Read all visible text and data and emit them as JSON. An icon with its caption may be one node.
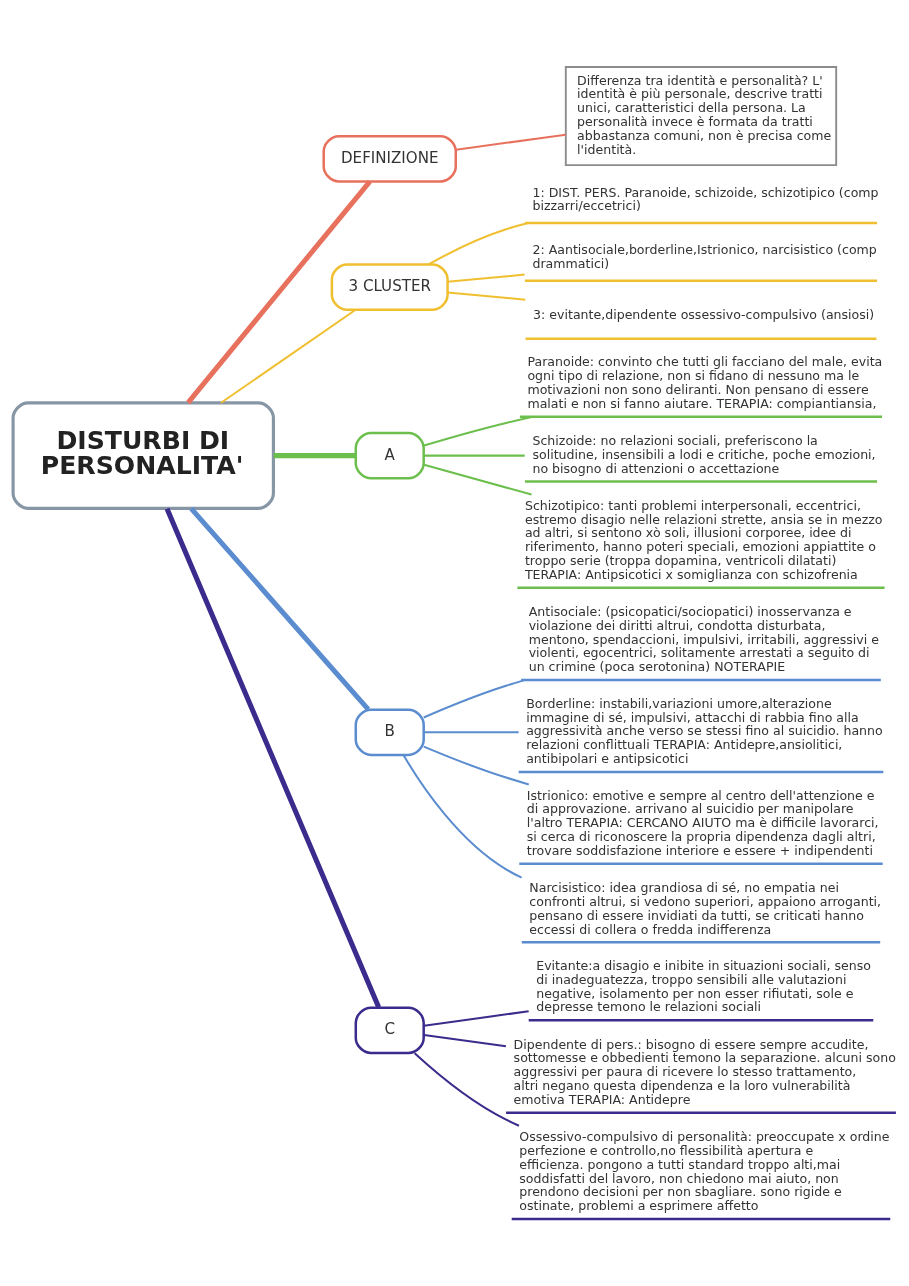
{
  "diagram": {
    "nodes": [
      {
        "text": [
          "DISTURBI DI PERSONALITA'"
        ]
      },
      {
        "text": [
          "DEFINIZIONE"
        ]
      },
      {
        "text": [
          "Differenza tra identità e personalità? L' identità è più personale, descrive tratti unici, caratteristici della persona. La personalità invece è formata da tratti abbastanza comuni, non è precisa come l'identità."
        ]
      },
      {
        "text": [
          "3 CLUSTER"
        ]
      },
      {
        "text": [
          "1: DIST. PERS. Paranoide, schizoide, schizotipico (comp bizzarri/eccetrici)"
        ]
      },
      {
        "text": [
          "2: Aantisociale,borderline,Istrionico, narcisistico (comp drammatici)"
        ]
      },
      {
        "text": [
          "3: evitante,dipendente ossessivo-compulsivo (ansiosi)"
        ]
      },
      {
        "text": [
          "A"
        ]
      },
      {
        "text": [
          "Paranoide: convinto che tutti gli facciano del male, evita ogni tipo di relazione, non si fidano di nessuno ma le motivazioni non sono deliranti. Non pensano di essere malati e non si fanno aiutare. TERAPIA: compiantiansia,"
        ]
      },
      {
        "text": [
          "Schizoide: no relazioni sociali, preferiscono la solitudine, insensibili a lodi e critiche, poche emozioni, no bisogno di attenzioni o accettazione"
        ]
      },
      {
        "text": [
          "Schizotipico: tanti problemi interpersonali, eccentrici, estremo disagio nelle relazioni strette, ansia se in mezzo ad altri, si sentono xò soli, illusioni corporee, idee di riferimento, hanno poteri speciali, emozioni appiattite o troppo serie (troppa dopamina, ventricoli dilatati) TERAPIA: Antipsicotici x somiglianza con schizofrenia"
        ]
      },
      {
        "text": [
          "B"
        ]
      },
      {
        "text": [
          "Antisociale: (psicopatici/sociopatici) inosservanza e violazione dei diritti altrui, condotta disturbata, mentono, spendaccioni, impulsivi, irritabili, aggressivi e violenti, egocentrici, solitamente arrestati a seguito di un crimine (poca serotonina) NOTERAPIE"
        ]
      },
      {
        "text": [
          "Borderline: instabili,variazioni umore,alterazione immagine di sé, impulsivi, attacchi di rabbia fino alla aggressività anche verso se stessi fino al suicidio. hanno relazioni conflittuali TERAPIA: Antidepre,ansiolitici, antibipolari e antipsicotici"
        ]
      },
      {
        "text": [
          "Istrionico: emotive e sempre al centro dell'attenzione e di approvazione. arrivano al suicidio per manipolare l'altro TERAPIA: CERCANO AIUTO ma è difficile lavorarci, si cerca di riconoscere la propria dipendenza dagli altri, trovare soddisfazione interiore e essere + indipendenti"
        ]
      },
      {
        "text": [
          "Narcisistico: idea grandiosa di sé, no empatia nei confronti altrui, si vedono superiori, appaiono arroganti, pensano di essere invidiati da tutti, se criticati hanno eccessi di collera o fredda indifferenza"
        ]
      },
      {
        "text": [
          "C"
        ]
      },
      {
        "text": [
          "Evitante:a disagio e inibite in situazioni sociali, senso di inadeguatezza, troppo sensibili alle valutazioni negative, isolamento per non esser rifiutati, sole e depresse temono le relazioni sociali"
        ]
      },
      {
        "text": [
          "Dipendente di pers.: bisogno di essere sempre accudite, sottomesse e obbedienti temono la separazione. alcuni sono aggressivi per paura di ricevere lo stesso trattamento, altri negano questa dipendenza e la loro vulnerabilità emotiva TERAPIA: Antidepre"
        ]
      },
      {
        "text": [
          "Ossessivo-compulsivo di personalità: preoccupate x ordine perfezione e controllo,no flessibilità apertura e efficienza. pongono a tutti standard troppo alti,mai soddisfatti del lavoro, non chiedono mai aiuto, non prendono decisioni per non sbagliare. sono rigide e ostinate, problemi a esprimere affetto"
        ]
      }
    ],
    "edges": [
      {
        "from": 0,
        "to": 1,
        "arrow": "none",
        "style": "thick",
        "color": "#e8715e"
      },
      {
        "from": 1,
        "to": 2,
        "arrow": "none",
        "color": "#e8715e"
      },
      {
        "from": 0,
        "to": 3,
        "arrow": "none",
        "color": "#f0bf2f"
      },
      {
        "from": 3,
        "to": 4,
        "arrow": "none",
        "color": "#f0bf2f"
      },
      {
        "from": 3,
        "to": 5,
        "arrow": "none",
        "color": "#f0bf2f"
      },
      {
        "from": 3,
        "to": 6,
        "arrow": "none",
        "color": "#f0bf2f"
      },
      {
        "from": 0,
        "to": 7,
        "arrow": "none",
        "style": "thick",
        "color": "#6cbf4c"
      },
      {
        "from": 7,
        "to": 8,
        "arrow": "none",
        "color": "#6cbf4c"
      },
      {
        "from": 7,
        "to": 9,
        "arrow": "none",
        "color": "#6cbf4c"
      },
      {
        "from": 7,
        "to": 10,
        "arrow": "none",
        "color": "#6cbf4c"
      },
      {
        "from": 0,
        "to": 11,
        "arrow": "none",
        "style": "thick",
        "color": "#5a8ccf"
      },
      {
        "from": 11,
        "to": 12,
        "arrow": "none",
        "color": "#5a8ccf"
      },
      {
        "from": 11,
        "to": 13,
        "arrow": "none",
        "color": "#5a8ccf"
      },
      {
        "from": 11,
        "to": 14,
        "arrow": "none",
        "color": "#5a8ccf"
      },
      {
        "from": 11,
        "to": 15,
        "arrow": "none",
        "color": "#5a8ccf"
      },
      {
        "from": 0,
        "to": 16,
        "arrow": "none",
        "style": "thick",
        "color": "#3b2b8c"
      },
      {
        "from": 16,
        "to": 17,
        "arrow": "none",
        "color": "#3b2b8c"
      },
      {
        "from": 16,
        "to": 18,
        "arrow": "none",
        "color": "#3b2b8c"
      },
      {
        "from": 16,
        "to": 19,
        "arrow": "none",
        "color": "#3b2b8c"
      }
    ]
  }
}
